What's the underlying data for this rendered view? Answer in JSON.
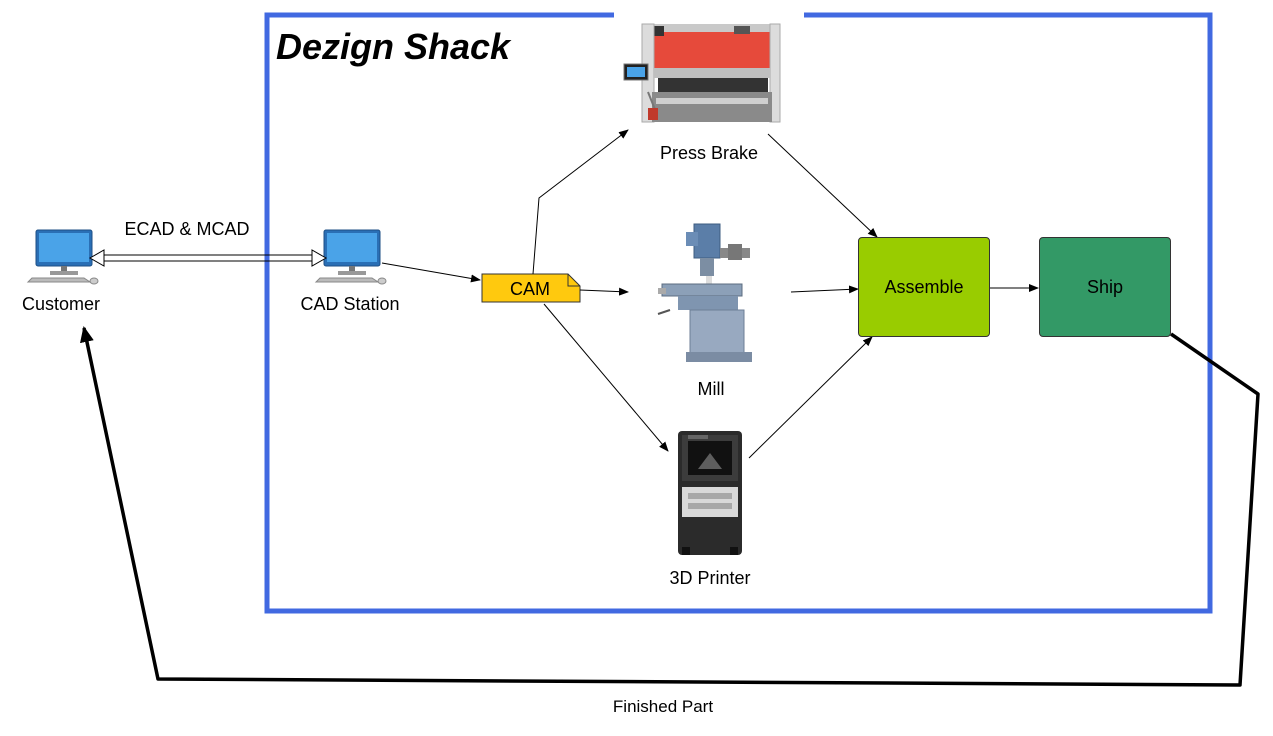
{
  "title": "Dezign Shack",
  "nodes": {
    "customer": "Customer",
    "cad_station": "CAD Station",
    "cam": "CAM",
    "press_brake": "Press Brake",
    "mill": "Mill",
    "printer": "3D Printer",
    "assemble": "Assemble",
    "ship": "Ship"
  },
  "edges": {
    "ecad_mcad": "ECAD & MCAD",
    "finished_part": "Finished Part"
  },
  "colors": {
    "frame": "#4169E1",
    "cam_fill": "#FFC90E",
    "assemble_fill": "#99CC00",
    "ship_fill": "#339966"
  },
  "icons": [
    "computer-icon",
    "press-brake-icon",
    "mill-icon",
    "3d-printer-icon"
  ]
}
